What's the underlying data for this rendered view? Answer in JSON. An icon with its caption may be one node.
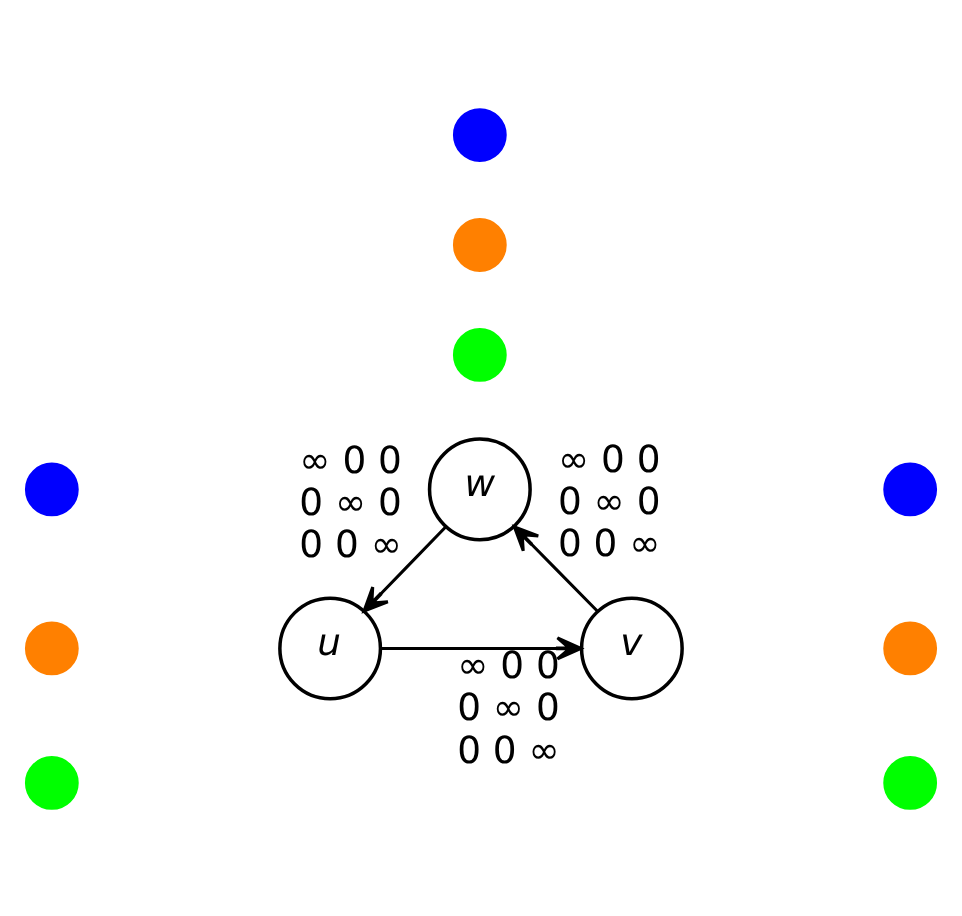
{
  "diagram": {
    "nodes": [
      {
        "text": [],
        "shape": "circle"
      },
      {
        "text": [],
        "shape": "circle"
      },
      {
        "text": [],
        "shape": "circle"
      },
      {
        "text": [
          "w"
        ]
      },
      {
        "text": [],
        "shape": "circle"
      },
      {
        "text": [],
        "shape": "circle"
      },
      {
        "text": [],
        "shape": "circle"
      },
      {
        "text": [
          "u"
        ]
      },
      {
        "text": [
          "v"
        ]
      },
      {
        "text": [],
        "shape": "circle"
      },
      {
        "text": [],
        "shape": "circle"
      },
      {
        "text": [],
        "shape": "circle"
      }
    ],
    "edges": [
      {
        "from": 3,
        "to": 7,
        "arrow": "to",
        "label": "∞ 0 0 0 ∞ 0 0 0 ∞"
      },
      {
        "from": 7,
        "to": 8,
        "arrow": "to",
        "label": "∞ 0 0 0 ∞ 0 0 0 ∞"
      },
      {
        "from": 8,
        "to": 3,
        "arrow": "to",
        "label": "∞ 0 0 0 ∞ 0 0 0 ∞"
      }
    ]
  }
}
